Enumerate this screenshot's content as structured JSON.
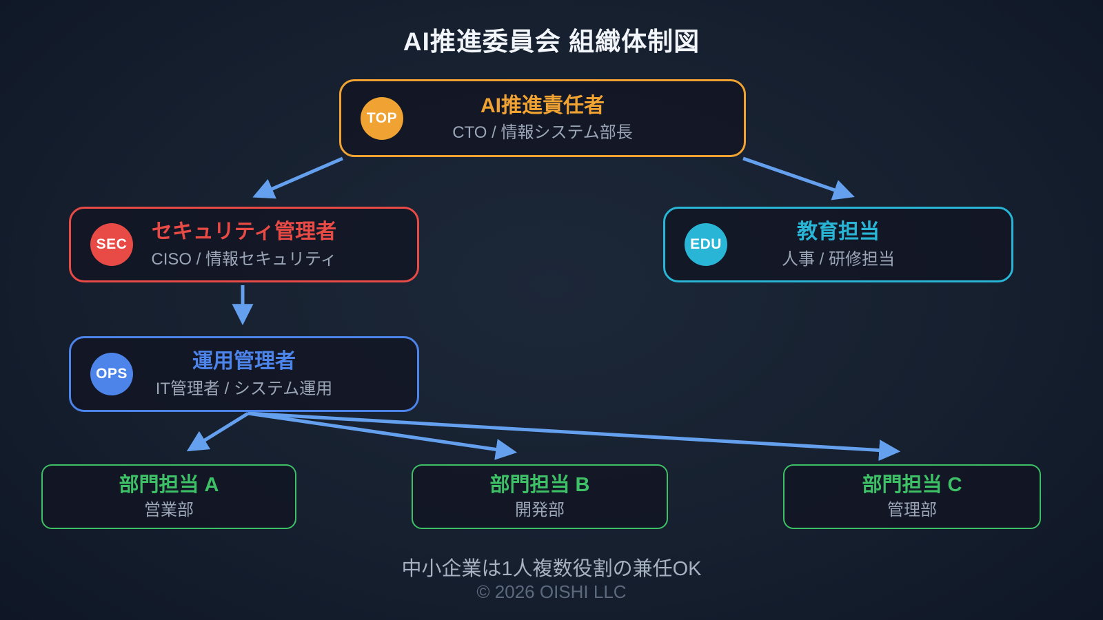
{
  "title": "AI推進委員会 組織体制図",
  "colors": {
    "top": "#f0a332",
    "security": "#e84b45",
    "education": "#29b6d6",
    "operations": "#4d84ea",
    "department": "#3ec066",
    "arrow": "#64a0ee",
    "title_text": "#f2f5f9",
    "subtitle_text": "#9ba6b6",
    "background_center": "#1c2738",
    "background_edge": "#0f1726"
  },
  "nodes": {
    "top": {
      "badge": "TOP",
      "title": "AI推進責任者",
      "subtitle": "CTO / 情報システム部長"
    },
    "sec": {
      "badge": "SEC",
      "title": "セキュリティ管理者",
      "subtitle": "CISO / 情報セキュリティ"
    },
    "edu": {
      "badge": "EDU",
      "title": "教育担当",
      "subtitle": "人事 / 研修担当"
    },
    "ops": {
      "badge": "OPS",
      "title": "運用管理者",
      "subtitle": "IT管理者 / システム運用"
    },
    "deptA": {
      "title": "部門担当 A",
      "subtitle": "営業部"
    },
    "deptB": {
      "title": "部門担当 B",
      "subtitle": "開発部"
    },
    "deptC": {
      "title": "部門担当 C",
      "subtitle": "管理部"
    }
  },
  "edges": [
    {
      "from": "top",
      "to": "sec"
    },
    {
      "from": "top",
      "to": "edu"
    },
    {
      "from": "sec",
      "to": "ops"
    },
    {
      "from": "ops",
      "to": "deptA"
    },
    {
      "from": "ops",
      "to": "deptB"
    },
    {
      "from": "ops",
      "to": "deptC"
    }
  ],
  "footer": {
    "note": "中小企業は1人複数役割の兼任OK",
    "copyright": "© 2026 OISHI LLC"
  }
}
